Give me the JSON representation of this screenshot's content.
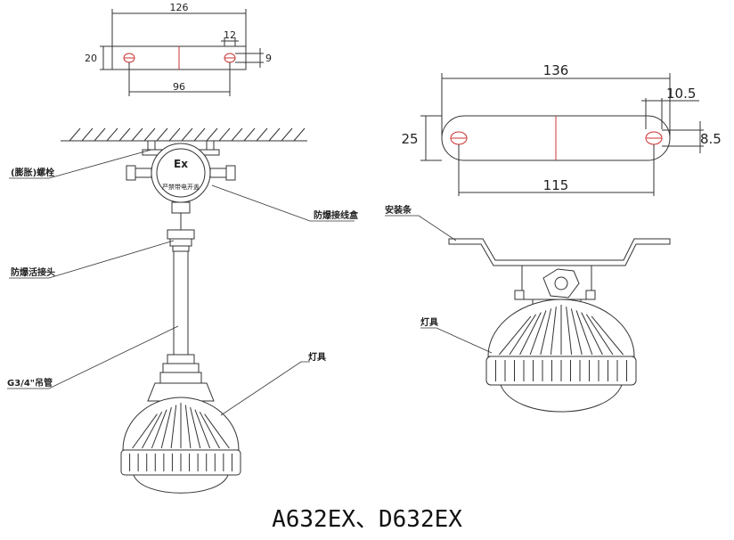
{
  "bracket_small": {
    "length": "126",
    "hole_dia": "12",
    "width": "20",
    "edge": "9",
    "hole_spacing": "96"
  },
  "bracket_large": {
    "length": "136",
    "hole_dia": "10.5",
    "width": "25",
    "edge": "8.5",
    "hole_spacing": "115"
  },
  "callouts": {
    "bolt": "(膨胀)螺栓",
    "junction_box": "防爆接线盒",
    "union": "防爆活接头",
    "pipe": "G3/4\"吊管",
    "lamp_left": "灯具",
    "mount_strip": "安装条",
    "lamp_right": "灯具"
  },
  "junction_box_marking": "Ex",
  "junction_box_text": "严禁带电开盖",
  "model_caption": "A632EX、D632EX"
}
